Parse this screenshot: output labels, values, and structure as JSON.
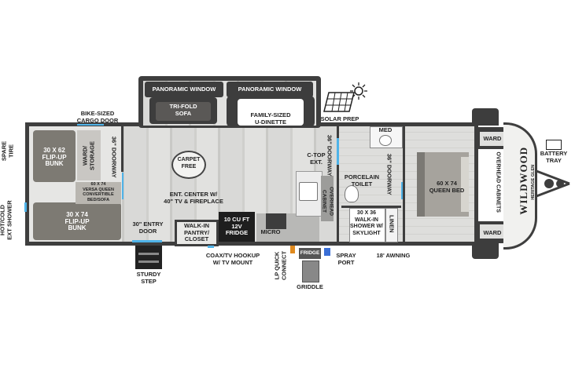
{
  "labels": {
    "spare_tire": "SPARE\nTIRE",
    "hot_cold_shower": "HOT/COLD\nEXT SHOWER",
    "bike_cargo_door": "BIKE-SIZED\nCARGO DOOR",
    "flip_up_bunk_top": "30 X 62\nFLIP-UP\nBUNK",
    "ward_storage": "WARD/\nSTORAGE",
    "doorway_rear": "36\" DOORWAY",
    "versa_queen": "60 X 74\nVERSA QUEEN\nCONVERTIBLE\nBED/SOFA",
    "flip_up_bunk_bottom": "30 X 74\nFLIP-UP\nBUNK",
    "panoramic_left": "PANORAMIC WINDOW",
    "panoramic_right": "PANORAMIC WINDOW",
    "tri_fold_sofa": "TRI-FOLD\nSOFA",
    "u_dinette": "FAMILY-SIZED\nU-DINETTE",
    "carpet_free": "CARPET\nFREE",
    "ent_center": "ENT. CENTER W/\n40\" TV & FIREPLACE",
    "entry_door": "30\" ENTRY\nDOOR",
    "walk_in_pantry": "WALK-IN\nPANTRY/\nCLOSET",
    "fridge_12v": "10 CU FT\n12V\nFRIDGE",
    "micro": "MICRO",
    "overhead_cabinet": "OVERHEAD\nCABINET",
    "c_top_ext": "C-TOP\nEXT.",
    "doorway_mid": "36\" DOORWAY",
    "solar_prep": "SOLAR PREP",
    "med": "MED",
    "porcelain_toilet": "PORCELAIN\nTOILET",
    "doorway_bath": "36\" DOORWAY",
    "walk_in_shower": "30 X 36\nWALK-IN\nSHOWER W/\nSKYLIGHT",
    "linen": "LINEN",
    "ward_top": "WARD",
    "ward_bottom": "WARD",
    "queen_bed": "60 X 74\nQUEEN BED",
    "overhead_cabinets": "OVERHEAD CABINETS",
    "battery_tray": "BATTERY\nTRAY",
    "sturdy_step": "STURDY\nSTEP",
    "coax_tv": "COAX/TV HOOKUP\nW/ TV MOUNT",
    "lp_quick": "LP QUICK\nCONNECT",
    "fridge_ext": "FRIDGE",
    "griddle": "GRIDDLE",
    "spray_port": "SPRAY\nPORT",
    "awning": "18' AWNING",
    "brand": "WILDWOOD",
    "brand_sub": "HERITAGE GLEN"
  },
  "colors": {
    "wall": "#3e3e3e",
    "accent_blue": "#4fb3e8",
    "bunk": "#7d7a73"
  },
  "icons": [
    "solar-panel-icon",
    "sun-icon",
    "battery-icon",
    "carpet-free-badge-icon",
    "hitch-icon"
  ]
}
